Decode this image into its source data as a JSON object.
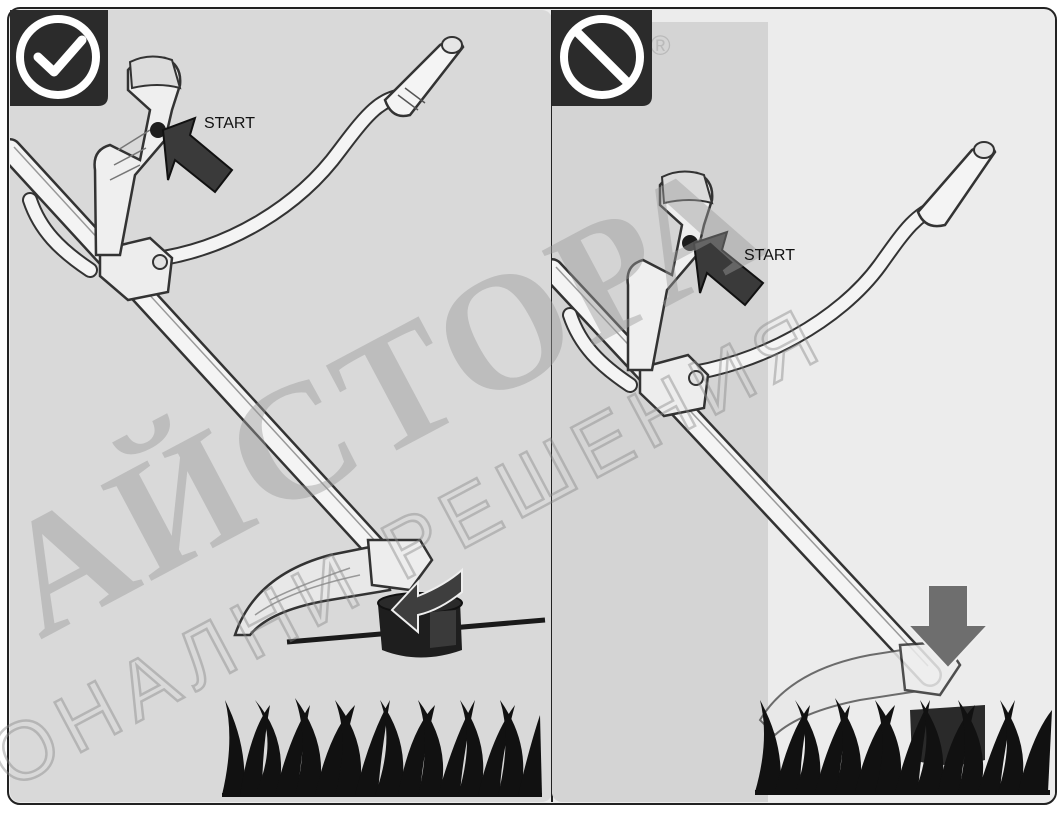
{
  "panels": [
    {
      "status": "correct",
      "status_icon": "checkmark-icon",
      "start_label": "START"
    },
    {
      "status": "incorrect",
      "status_icon": "prohibited-icon",
      "start_label": "START"
    }
  ],
  "watermark": {
    "brand": "АЙСТОРА",
    "tagline": "ОНАЛНИ РЕШЕНИЯ",
    "mark": "®"
  },
  "colors": {
    "panel_left_bg": "#d9d9d9",
    "panel_right_bg_dark": "#d4d4d4",
    "panel_right_bg_light": "#ececec",
    "badge_bg": "#2b2b2b",
    "arrow_dark": "#3a3a3a",
    "arrow_right_gray": "#6e6e6e",
    "watermark": "#9a9a9a"
  }
}
